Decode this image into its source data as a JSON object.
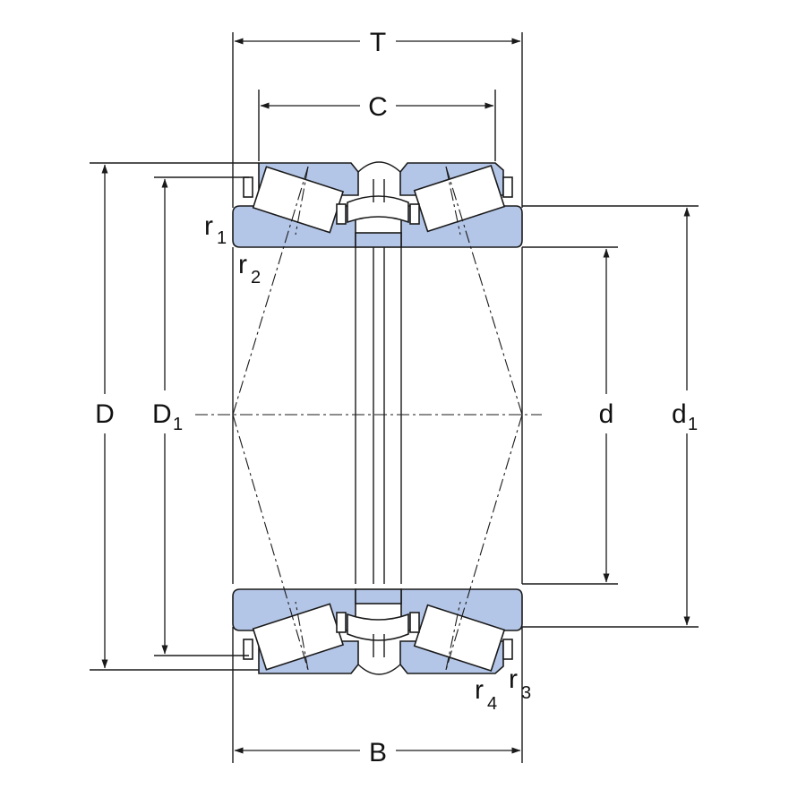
{
  "colors": {
    "ring_fill": "#b4c6e7",
    "roller_fill": "#ffffff",
    "line": "#1a1a1a",
    "background": "#ffffff"
  },
  "labels": {
    "T": "T",
    "C": "C",
    "B": "B",
    "D": "D",
    "D1_main": "D",
    "D1_sub": "1",
    "d": "d",
    "d1_main": "d",
    "d1_sub": "1",
    "r1_main": "r",
    "r1_sub": "1",
    "r2_main": "r",
    "r2_sub": "2",
    "r3_main": "r",
    "r3_sub": "3",
    "r4_main": "r",
    "r4_sub": "4"
  }
}
